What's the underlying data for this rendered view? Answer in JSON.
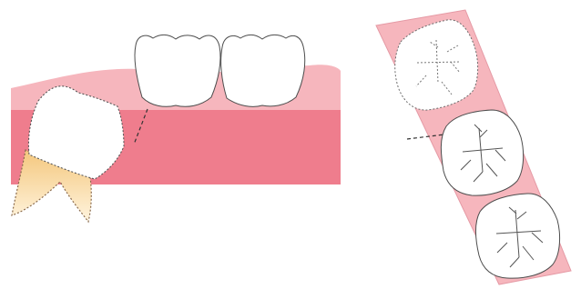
{
  "diagram": {
    "kind": "dental illustration",
    "colors": {
      "background": "#ffffff",
      "gum_light": "#f6b6bd",
      "gum_dark": "#ef7d8d",
      "tooth_fill": "#ffffff",
      "tooth_outline": "#555555",
      "root_fill": "#f4c77d",
      "occlusal_panel_fill": "#f6b6bd",
      "dashed_line": "#333333"
    },
    "side_view": {
      "teeth": [
        "molar-left-tilted",
        "molar-middle",
        "molar-right"
      ],
      "tilted_tooth_outline": "dotted",
      "upright_tooth_outline": "solid"
    },
    "occlusal_view": {
      "teeth": [
        "top-occlusal-tooth",
        "middle-occlusal-tooth",
        "bottom-occlusal-tooth"
      ],
      "top_tooth_outline": "dotted",
      "lower_teeth_outline": "solid"
    }
  }
}
